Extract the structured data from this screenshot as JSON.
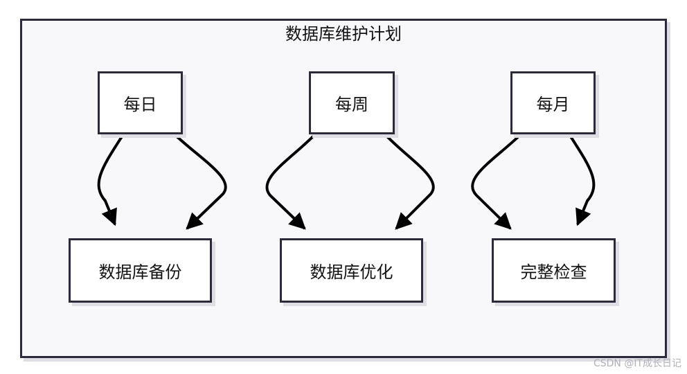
{
  "diagram": {
    "title": "数据库维护计划",
    "groups": [
      {
        "id": "daily",
        "label": "每日",
        "child": "数据库备份"
      },
      {
        "id": "weekly",
        "label": "每周",
        "child": "数据库优化"
      },
      {
        "id": "monthly",
        "label": "每月",
        "child": "完整检查"
      }
    ]
  },
  "watermark": "CSDN @IT成长日记",
  "colors": {
    "border": "#2b2a3a",
    "background": "#f8f8fa",
    "node_fill": "#ffffff",
    "edge": "#000000"
  }
}
